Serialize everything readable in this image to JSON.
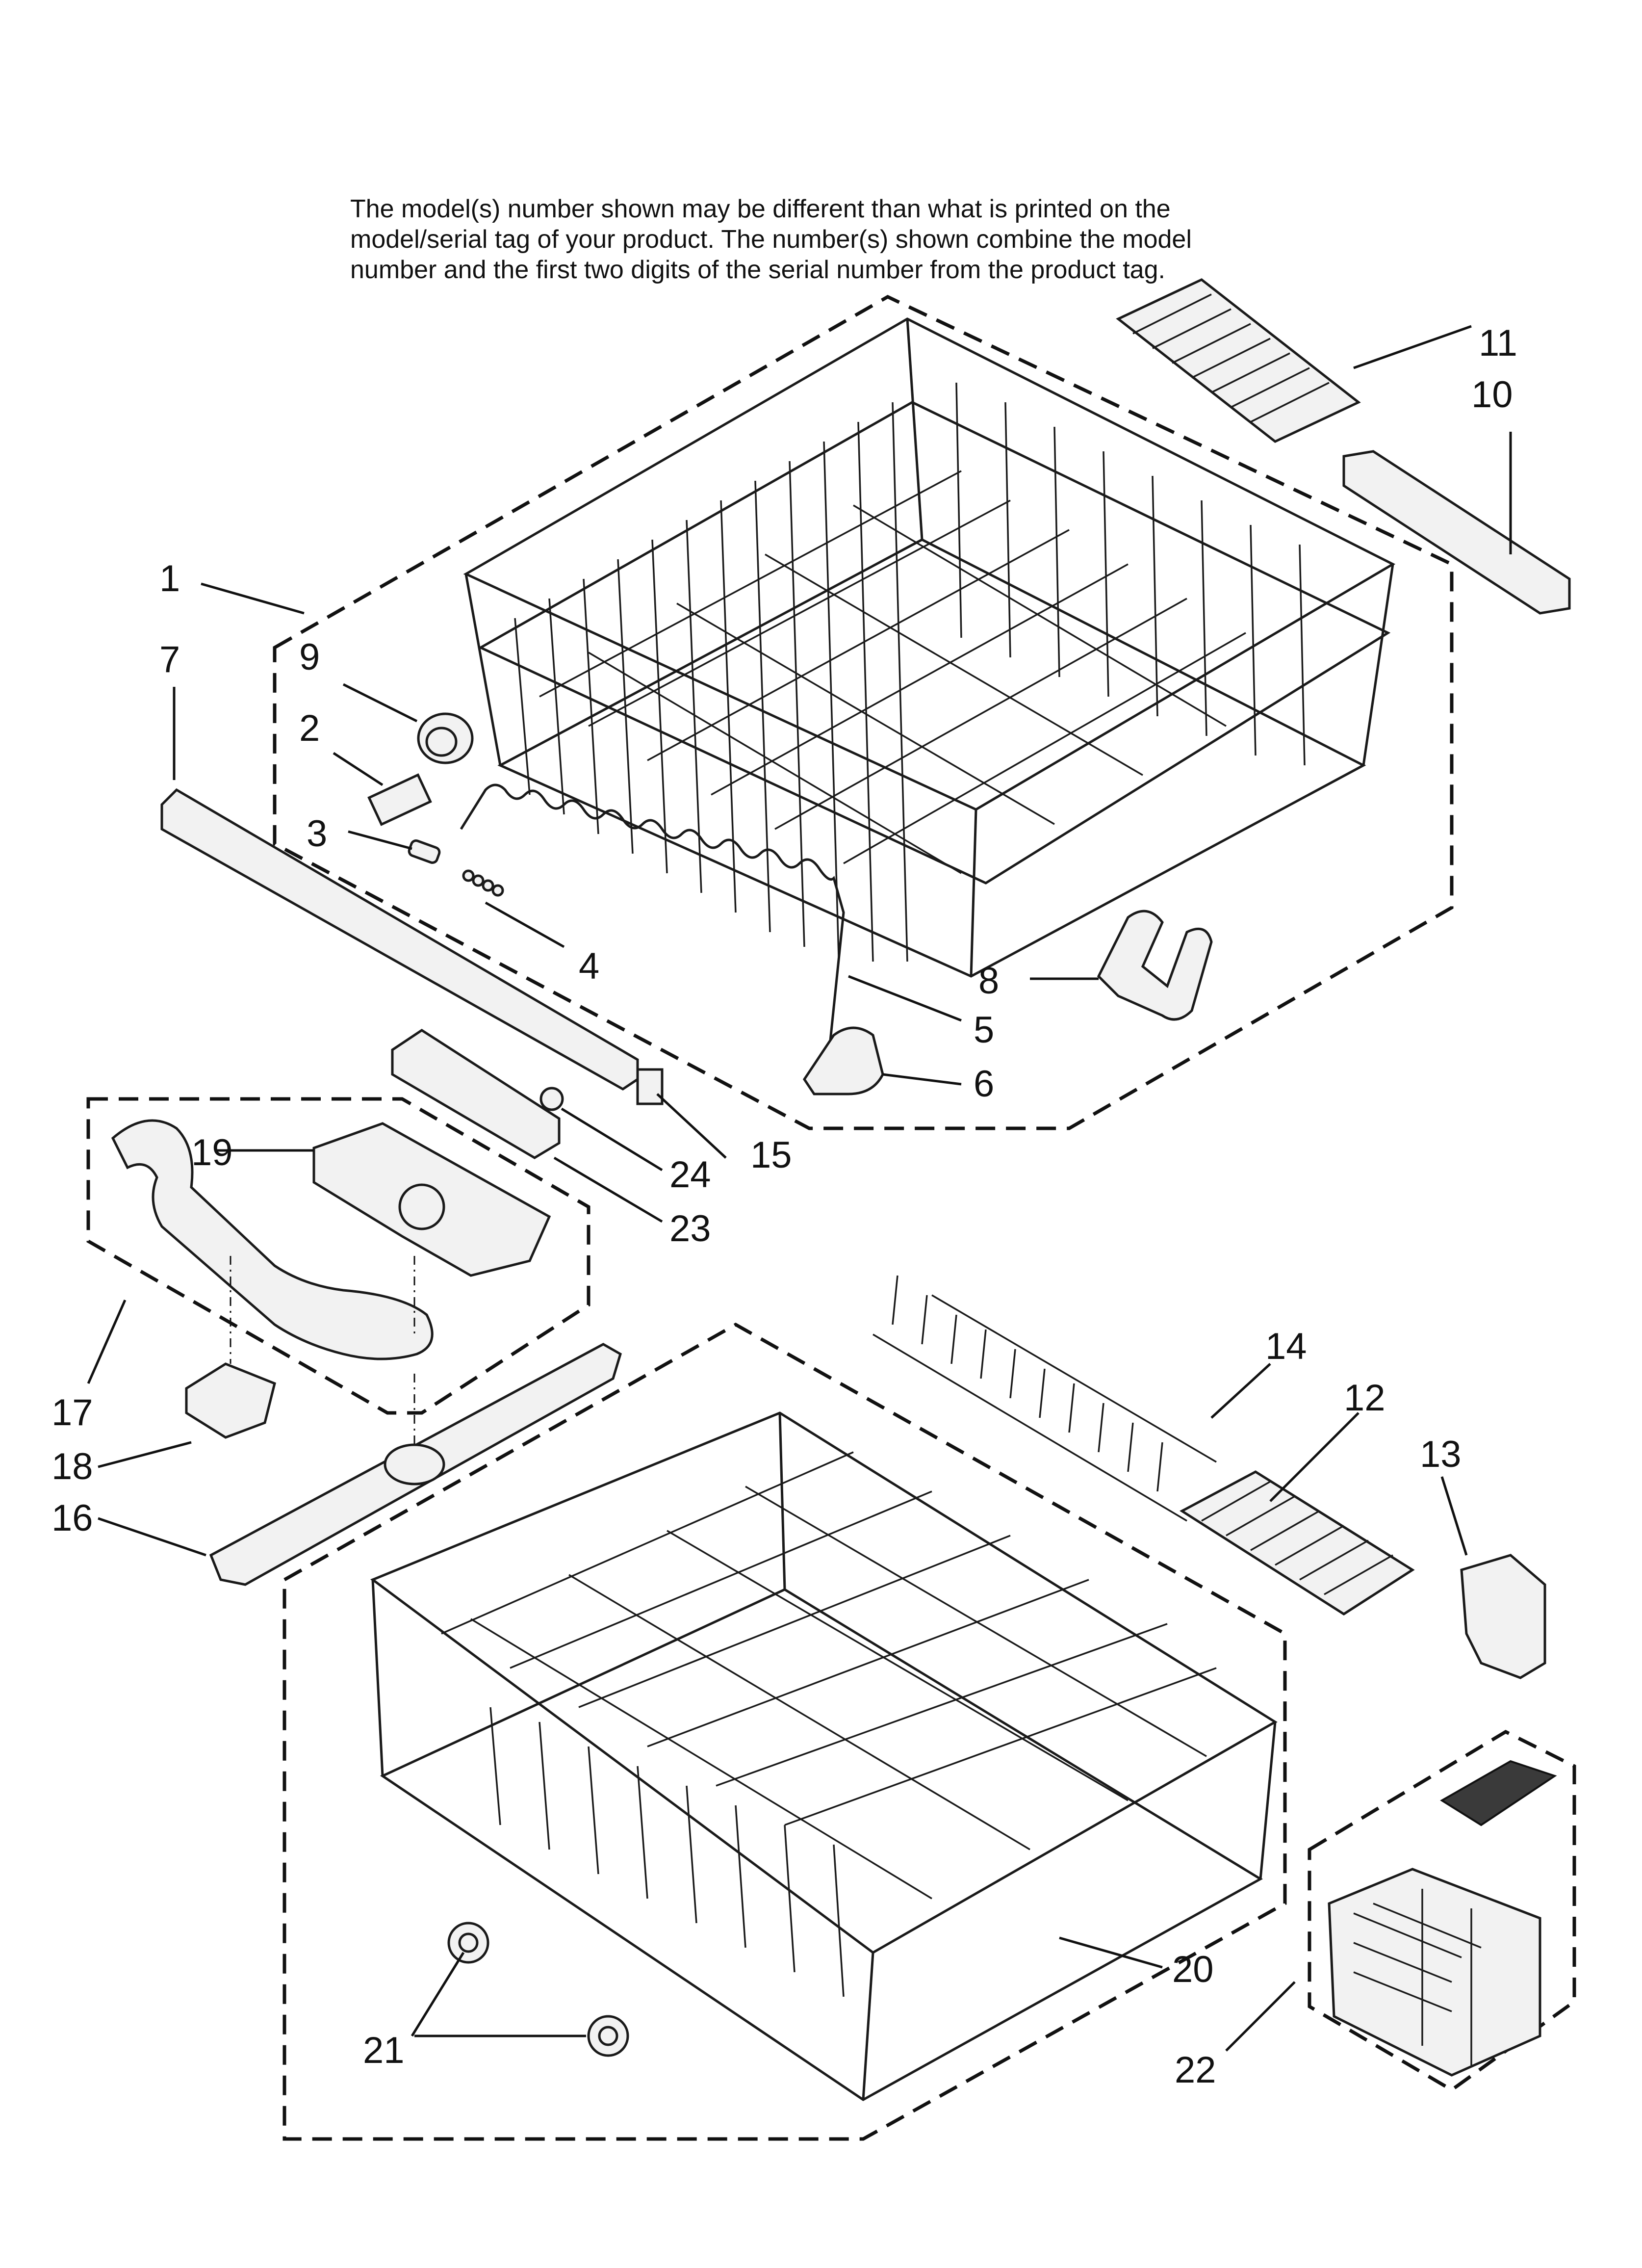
{
  "note": {
    "line1": "The model(s) number shown may be different than what is printed on the",
    "line2": "model/serial tag of your product. The number(s) shown combine the model",
    "line3": "number and the first two digits of the serial number from the product tag."
  },
  "callouts": {
    "c1": "1",
    "c2": "2",
    "c3": "3",
    "c4": "4",
    "c5": "5",
    "c6": "6",
    "c7": "7",
    "c8": "8",
    "c9": "9",
    "c10": "10",
    "c11": "11",
    "c12": "12",
    "c13": "13",
    "c14": "14",
    "c15": "15",
    "c16": "16",
    "c17": "17",
    "c18": "18",
    "c19": "19",
    "c20": "20",
    "c21": "21",
    "c22": "22",
    "c23": "23",
    "c24": "24"
  }
}
